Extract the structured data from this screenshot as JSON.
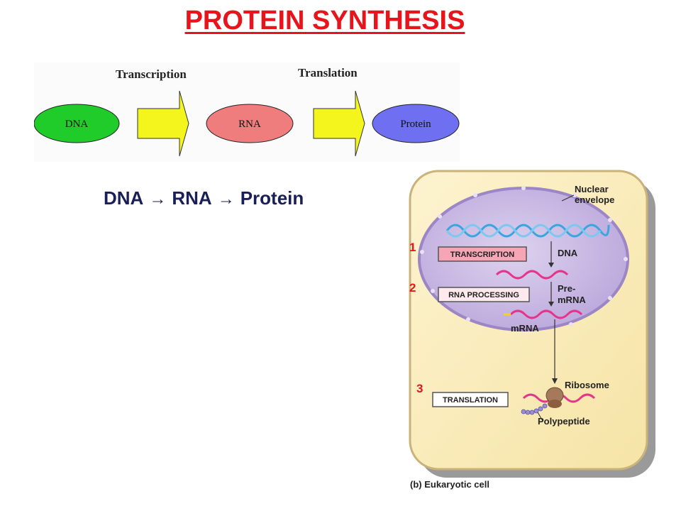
{
  "title": "PROTEIN SYNTHESIS",
  "flow": {
    "nodes": [
      "DNA",
      "RNA",
      "Protein"
    ],
    "steps": [
      "Transcription",
      "Translation"
    ]
  },
  "sentence": {
    "parts": [
      "DNA",
      "RNA",
      "Protein"
    ],
    "arrow": "→"
  },
  "cell": {
    "nuclear_envelope": [
      "Nuclear",
      "envelope"
    ],
    "transcription": "TRANSCRIPTION",
    "rna_processing": "RNA PROCESSING",
    "translation": "TRANSLATION",
    "dna": "DNA",
    "pre_mrna": [
      "Pre-",
      "mRNA"
    ],
    "mrna": "mRNA",
    "ribosome": "Ribosome",
    "polypeptide": "Polypeptide",
    "caption": "(b) Eukaryotic cell"
  },
  "markers": [
    "1",
    "2",
    "3"
  ],
  "colors": {
    "title": "#e8141c",
    "dna_node": "#1fcc2a",
    "rna_node": "#f07d7d",
    "protein_node": "#6f6ff2",
    "arrow": "#f5f51e",
    "cell_fill": "#fbeec0",
    "nucleus_fill": "#cdbfe6",
    "helix": "#3aa6e0",
    "mrna": "#e8338a"
  }
}
